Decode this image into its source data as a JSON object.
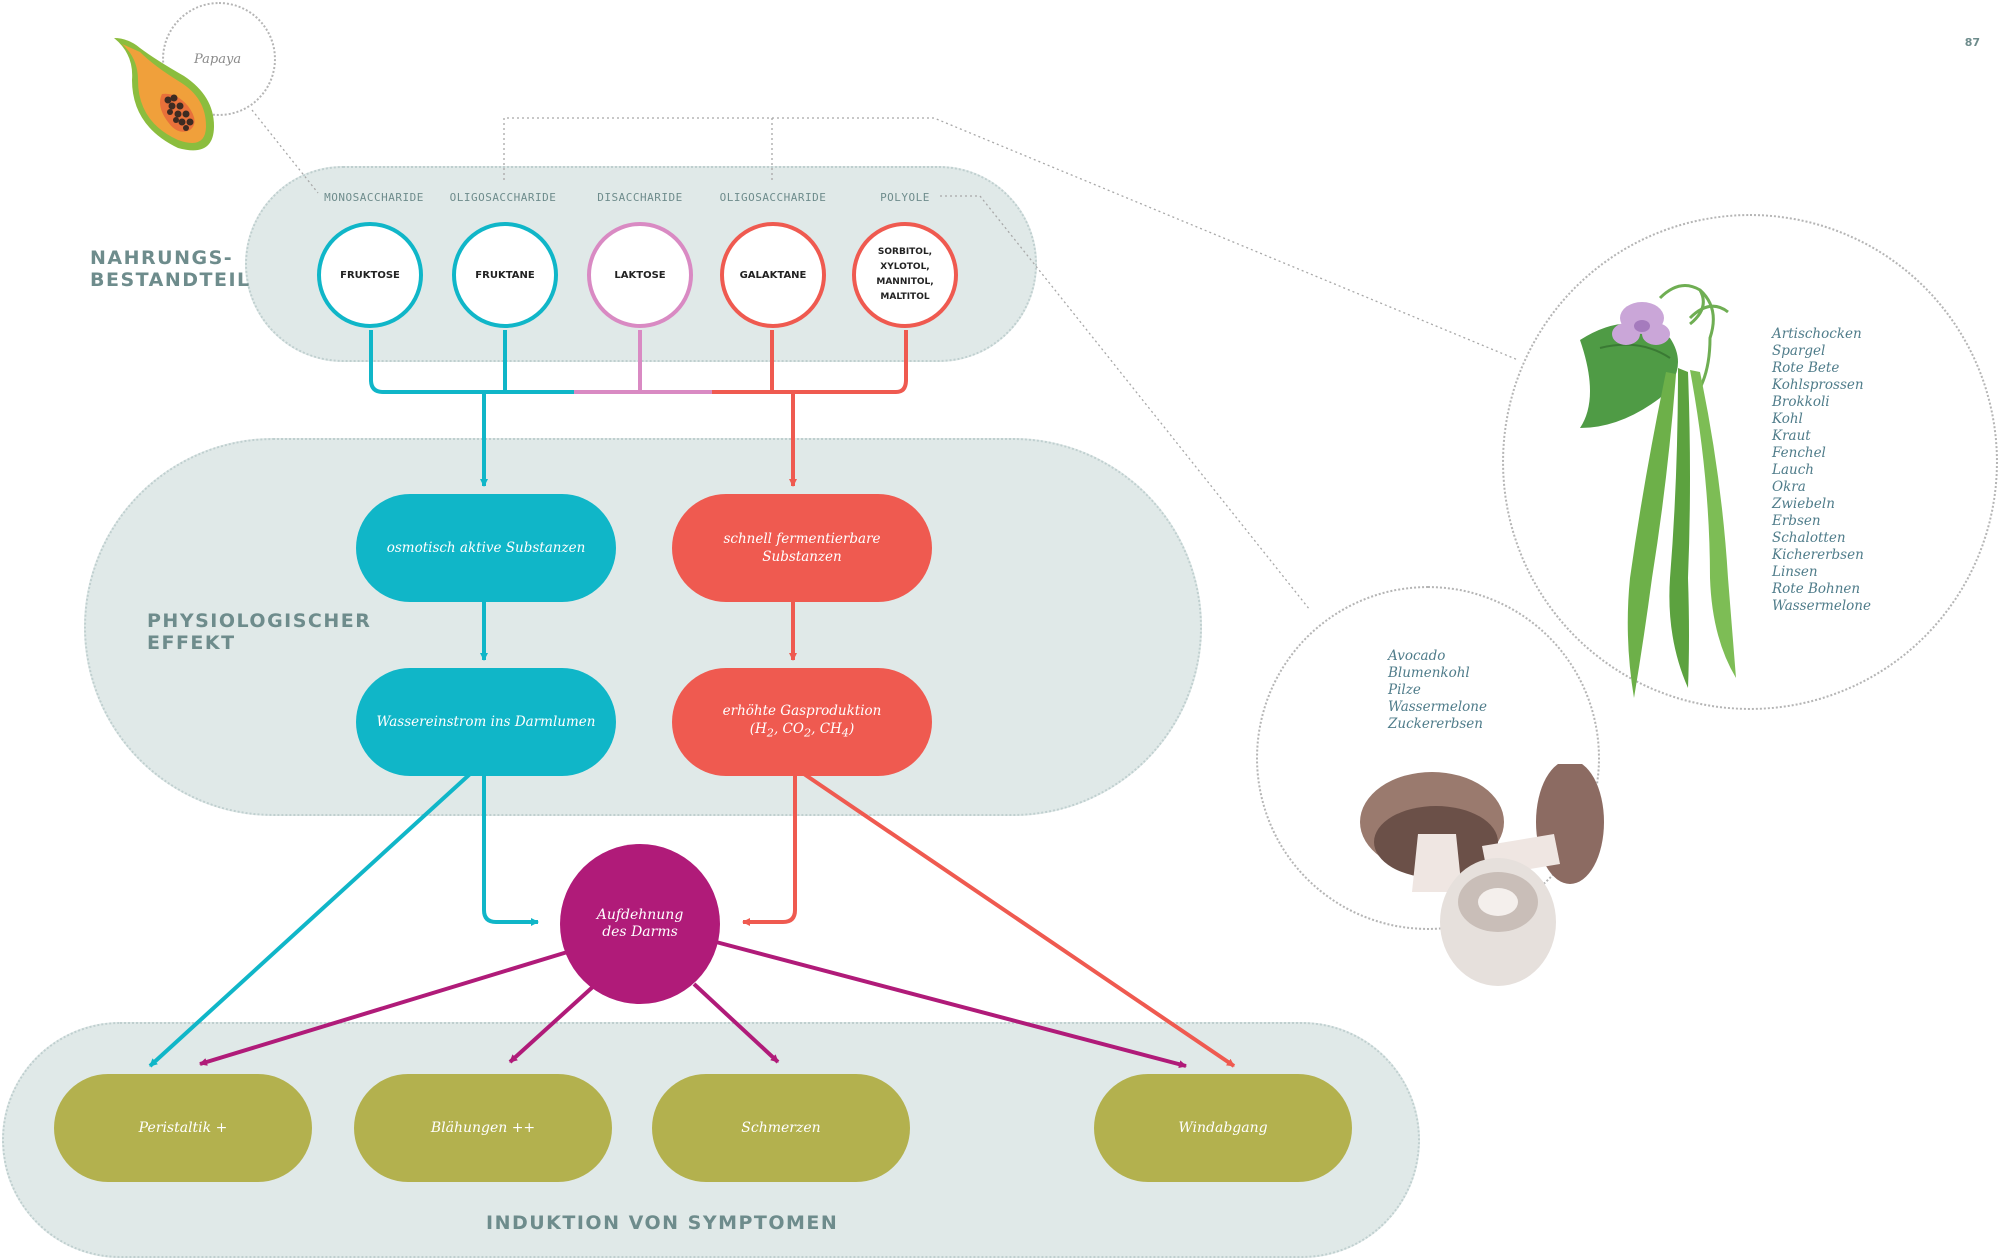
{
  "page_number": "87",
  "papaya": {
    "label": "Papaya"
  },
  "sections": {
    "nahrung": "NAHRUNGS-\nBESTANDTEIL",
    "effekt": "PHYSIOLOGISCHER\nEFFEKT",
    "symptome": "INDUKTION VON SYMPTOMEN"
  },
  "categories": [
    "MONOSACCHARIDE",
    "OLIGOSACCHARIDE",
    "DISACCHARIDE",
    "OLIGOSACCHARIDE",
    "POLYOLE"
  ],
  "components": [
    "FRUKTOSE",
    "FRUKTANE",
    "LAKTOSE",
    "GALAKTANE",
    "SORBITOL, XYLOTOL,\nMANNITOL, MALTITOL"
  ],
  "effects": {
    "osmotic": "osmotisch aktive Substanzen",
    "water": "Wassereinstrom ins Darmlumen",
    "ferment": "schnell fermentierbare Substanzen",
    "gas_line1": "erhöhte Gasproduktion",
    "gas_pre": "(H",
    "gas_sub1": "2",
    "gas_mid1": ", CO",
    "gas_sub2": "2",
    "gas_mid2": ", CH",
    "gas_sub3": "4",
    "gas_post": ")"
  },
  "hub": "Aufdehnung\ndes Darms",
  "symptoms": [
    "Peristaltik +",
    "Blähungen ++",
    "Schmerzen",
    "Windabgang"
  ],
  "foods_large": [
    "Artischocken",
    "Spargel",
    "Rote Bete",
    "Kohlsprossen",
    "Brokkoli",
    "Kohl",
    "Kraut",
    "Fenchel",
    "Lauch",
    "Okra",
    "Zwiebeln",
    "Erbsen",
    "Schalotten",
    "Kichererbsen",
    "Linsen",
    "Rote Bohnen",
    "Wassermelone"
  ],
  "foods_small": [
    "Avocado",
    "Blumenkohl",
    "Pilze",
    "Wassermelone",
    "Zuckererbsen"
  ],
  "colors": {
    "cyan": "#10b6c8",
    "red": "#ef5a50",
    "pink": "#d98ac3",
    "magenta": "#b01b79",
    "olive": "#b3b14e",
    "band": "#e0e9e8",
    "label": "#6e8c8c",
    "list_text": "#4f7c8a"
  },
  "icons": {
    "papaya": "papaya-illustration",
    "beans": "green-beans-illustration",
    "mushrooms": "mushrooms-illustration"
  }
}
